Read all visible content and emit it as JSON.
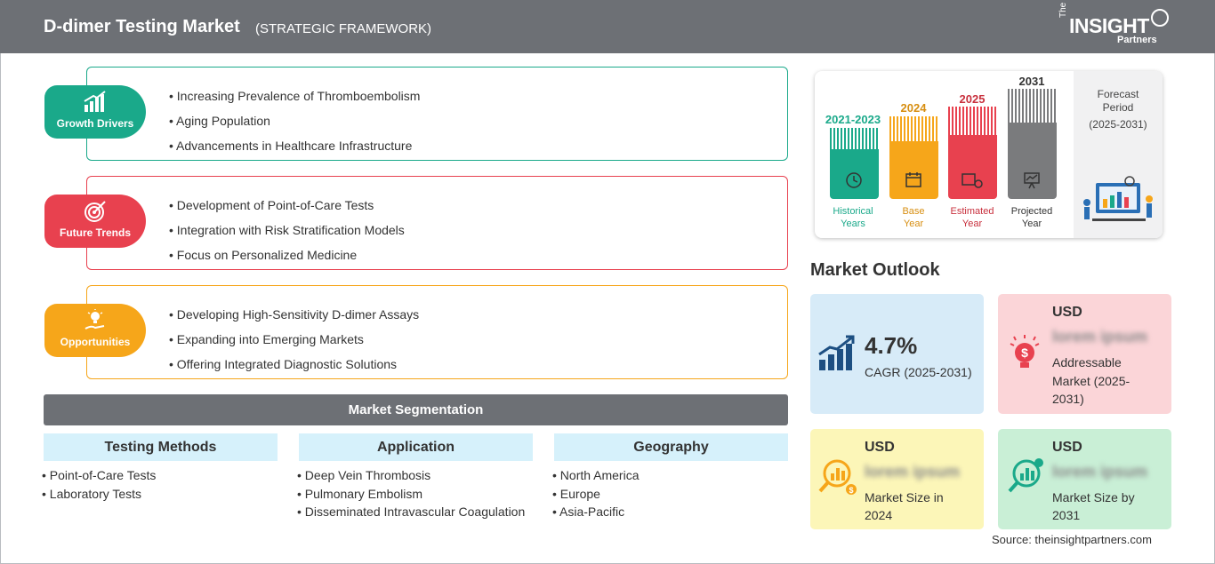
{
  "header": {
    "title": "D-dimer Testing Market",
    "subtitle": "(STRATEGIC FRAMEWORK)",
    "logo_the": "The",
    "logo_brand": "INSIGHT",
    "logo_partners": "Partners"
  },
  "categories": [
    {
      "label": "Growth Drivers",
      "color": "#1aa98a",
      "icon": "growth-chart-icon",
      "items": [
        "Increasing Prevalence of Thromboembolism",
        "Aging Population",
        "Advancements in Healthcare Infrastructure"
      ]
    },
    {
      "label": "Future Trends",
      "color": "#e8414f",
      "icon": "target-icon",
      "items": [
        "Development of Point-of-Care Tests",
        "Integration with Risk Stratification Models",
        "Focus on Personalized Medicine"
      ]
    },
    {
      "label": "Opportunities",
      "color": "#f6a61a",
      "icon": "lightbulb-hand-icon",
      "items": [
        "Developing High-Sensitivity D-dimer Assays",
        "Expanding into Emerging Markets",
        "Offering Integrated Diagnostic Solutions"
      ]
    }
  ],
  "segmentation": {
    "title": "Market Segmentation",
    "columns": [
      {
        "head": "Testing Methods",
        "items": [
          "Point-of-Care Tests",
          "Laboratory Tests"
        ]
      },
      {
        "head": "Application",
        "items": [
          "Deep Vein Thrombosis",
          "Pulmonary Embolism",
          "Disseminated Intravascular Coagulation"
        ]
      },
      {
        "head": "Geography",
        "items": [
          "North America",
          "Europe",
          "Asia-Pacific"
        ]
      }
    ]
  },
  "timeline": {
    "bars": [
      {
        "year": "2021-2023",
        "caption_1": "Historical",
        "caption_2": "Years",
        "color": "#1aa98a",
        "icon": "history-clock-icon"
      },
      {
        "year": "2024",
        "caption_1": "Base",
        "caption_2": "Year",
        "color": "#f6a61a",
        "icon": "calendar-icon"
      },
      {
        "year": "2025",
        "caption_1": "Estimated",
        "caption_2": "Year",
        "color": "#e8414f",
        "icon": "estimate-gear-icon"
      },
      {
        "year": "2031",
        "caption_1": "Projected",
        "caption_2": "Year",
        "color": "#7a7b7d",
        "icon": "presentation-chart-icon"
      }
    ],
    "forecast_title_1": "Forecast",
    "forecast_title_2": "Period",
    "forecast_range": "(2025-2031)"
  },
  "outlook": {
    "title": "Market Outlook",
    "cagr_value": "4.7%",
    "cagr_label": "CAGR (2025-2031)",
    "addressable": {
      "currency": "USD",
      "value": "lorem ipsum",
      "label_1": "Addressable",
      "label_2": "Market (2025-",
      "label_3": "2031)"
    },
    "size_2024": {
      "currency": "USD",
      "value": "lorem ipsum",
      "label_1": "Market Size in",
      "label_2": "2024"
    },
    "size_2031": {
      "currency": "USD",
      "value": "lorem ipsum",
      "label_1": "Market Size by",
      "label_2": "2031"
    }
  },
  "source": "Source: theinsightpartners.com"
}
